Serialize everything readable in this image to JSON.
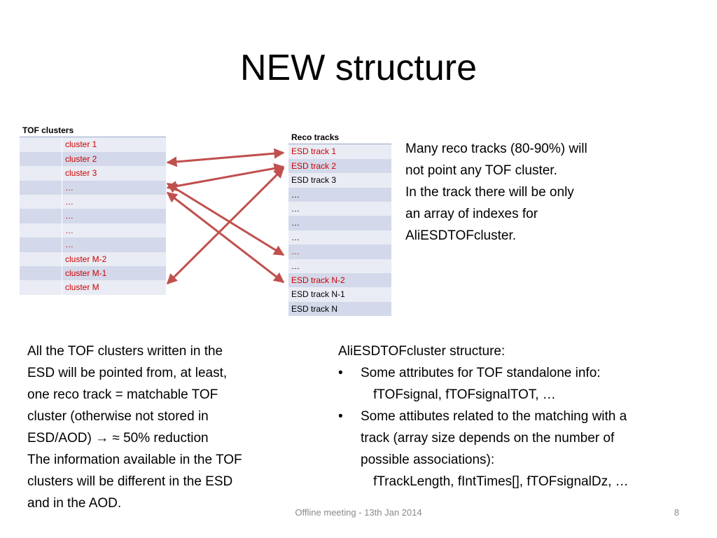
{
  "slide": {
    "title": "NEW structure",
    "footer": "Offline meeting - 13th Jan 2014",
    "page_number": "8"
  },
  "tof_table": {
    "header": "TOF clusters",
    "rows": [
      "cluster 1",
      "cluster 2",
      "cluster 3",
      "…",
      "…",
      "…",
      "…",
      "…",
      "cluster M-2",
      "cluster M-1",
      "cluster M"
    ],
    "text_color": "#cc0000"
  },
  "reco_table": {
    "header": "Reco tracks",
    "rows": [
      {
        "text": "ESD track 1",
        "color": "#cc0000"
      },
      {
        "text": "ESD track 2",
        "color": "#cc0000"
      },
      {
        "text": "ESD track 3",
        "color": "#000000"
      },
      {
        "text": "…",
        "color": "#000000"
      },
      {
        "text": "…",
        "color": "#000000"
      },
      {
        "text": "…",
        "color": "#000000"
      },
      {
        "text": "…",
        "color": "#000000"
      },
      {
        "text": "…",
        "color": "#cc0000"
      },
      {
        "text": "…",
        "color": "#000000"
      },
      {
        "text": "ESD track N-2",
        "color": "#cc0000"
      },
      {
        "text": "ESD track N-1",
        "color": "#000000"
      },
      {
        "text": "ESD track N",
        "color": "#000000"
      }
    ]
  },
  "arrow_color": "#c0504d",
  "note": {
    "lines": [
      "Many reco tracks (80-90%) will",
      "not point any TOF cluster.",
      "In the track there will be only",
      "an array of indexes for",
      "AliESDTOFcluster."
    ]
  },
  "left_text": {
    "lines": [
      "All the TOF clusters written in the",
      "ESD will be pointed from, at least,",
      "one reco track = matchable TOF",
      "cluster (otherwise not stored in",
      "ESD/AOD) → ≈ 50% reduction",
      "The information available in the TOF",
      "clusters will be different in the ESD",
      "and in the AOD."
    ]
  },
  "right_text": {
    "heading": "AliESDTOFcluster structure:",
    "bullet_char": "•",
    "bullet1": "Some attributes for TOF standalone info:",
    "bullet1_sub": "fTOFsignal,  fTOFsignalTOT, …",
    "bullet2_lines": [
      "Some attibutes related to the matching with a",
      "track (array size depends on the number of",
      "possible associations):"
    ],
    "bullet2_sub": "fTrackLength, fIntTimes[], fTOFsignalDz, …"
  }
}
